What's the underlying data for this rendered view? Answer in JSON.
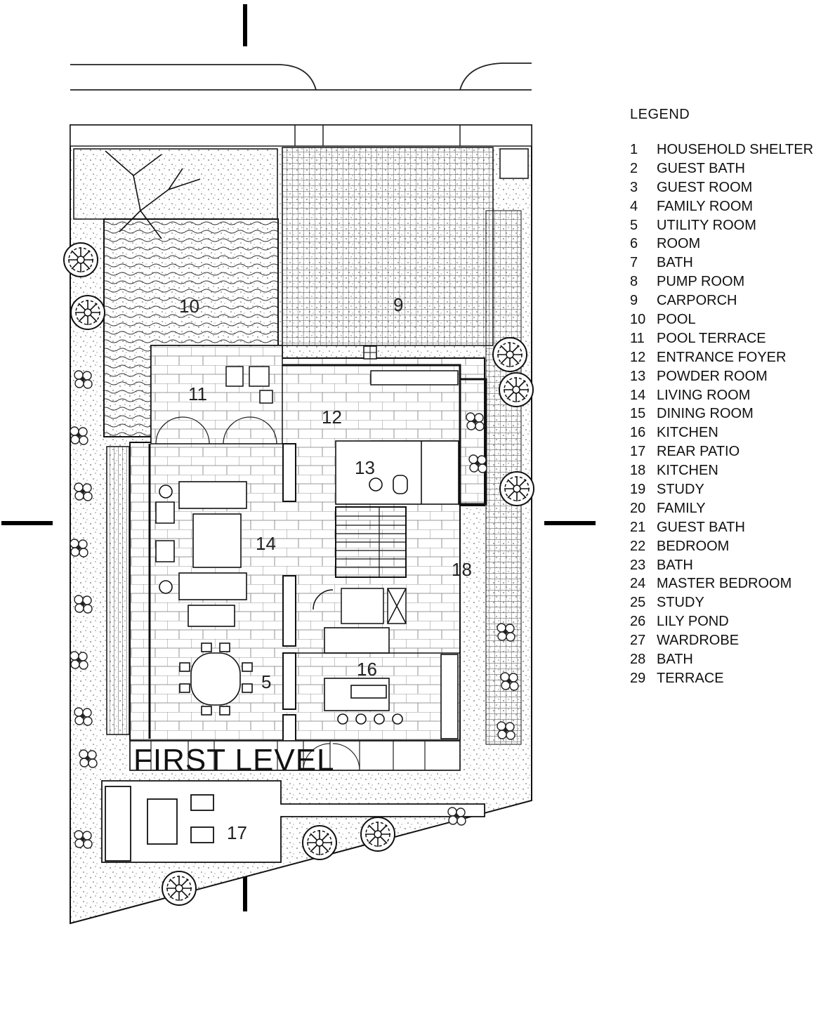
{
  "legend": {
    "title": "LEGEND",
    "items": [
      {
        "num": "1",
        "label": "HOUSEHOLD SHELTER"
      },
      {
        "num": "2",
        "label": "GUEST BATH"
      },
      {
        "num": "3",
        "label": "GUEST ROOM"
      },
      {
        "num": "4",
        "label": "FAMILY ROOM"
      },
      {
        "num": "5",
        "label": "UTILITY ROOM"
      },
      {
        "num": "6",
        "label": "ROOM"
      },
      {
        "num": "7",
        "label": "BATH"
      },
      {
        "num": "8",
        "label": "PUMP ROOM"
      },
      {
        "num": "9",
        "label": "CARPORCH"
      },
      {
        "num": "10",
        "label": "POOL"
      },
      {
        "num": "11",
        "label": "POOL TERRACE"
      },
      {
        "num": "12",
        "label": "ENTRANCE FOYER"
      },
      {
        "num": "13",
        "label": "POWDER ROOM"
      },
      {
        "num": "14",
        "label": "LIVING ROOM"
      },
      {
        "num": "15",
        "label": "DINING ROOM"
      },
      {
        "num": "16",
        "label": "KITCHEN"
      },
      {
        "num": "17",
        "label": "REAR PATIO"
      },
      {
        "num": "18",
        "label": "KITCHEN"
      },
      {
        "num": "19",
        "label": "STUDY"
      },
      {
        "num": "20",
        "label": "FAMILY"
      },
      {
        "num": "21",
        "label": "GUEST BATH"
      },
      {
        "num": "22",
        "label": "BEDROOM"
      },
      {
        "num": "23",
        "label": "BATH"
      },
      {
        "num": "24",
        "label": "MASTER BEDROOM"
      },
      {
        "num": "25",
        "label": "STUDY"
      },
      {
        "num": "26",
        "label": "LILY POND"
      },
      {
        "num": "27",
        "label": "WARDROBE"
      },
      {
        "num": "28",
        "label": "BATH"
      },
      {
        "num": "29",
        "label": "TERRACE"
      }
    ]
  },
  "plan": {
    "title": "FIRST LEVEL",
    "room_labels": {
      "pool": "10",
      "carporch": "9",
      "pool_terrace": "11",
      "entrance_foyer": "12",
      "powder_room": "13",
      "living_room": "14",
      "dining": "5",
      "kitchen_wet": "18",
      "kitchen": "16",
      "rear_patio": "17"
    }
  }
}
